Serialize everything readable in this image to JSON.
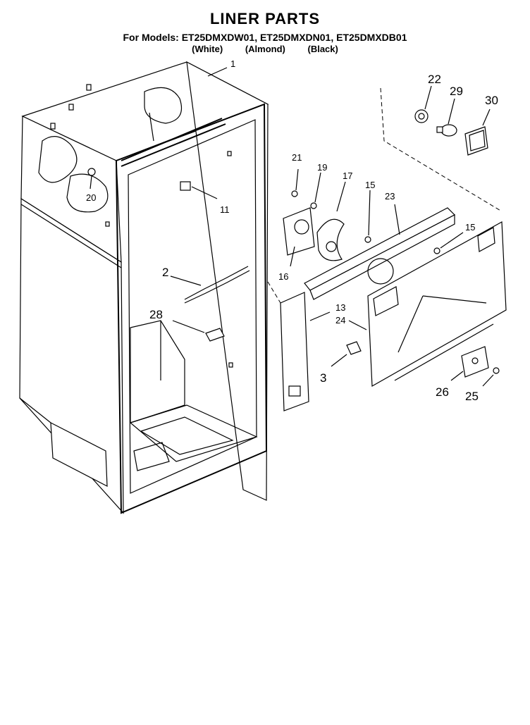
{
  "header": {
    "title": "LINER PARTS",
    "models": "For Models: ET25DMXDW01, ET25DMXDN01, ET25DMXDB01",
    "colors": [
      "(White)",
      "(Almond)",
      "(Black)"
    ]
  },
  "callouts": {
    "c1": "1",
    "c2": "2",
    "c3": "3",
    "c11": "11",
    "c13": "13",
    "c15a": "15",
    "c15b": "15",
    "c16": "16",
    "c17": "17",
    "c19": "19",
    "c20": "20",
    "c21": "21",
    "c22": "22",
    "c23": "23",
    "c24": "24",
    "c25": "25",
    "c26": "26",
    "c28": "28",
    "c29": "29",
    "c30": "30"
  }
}
